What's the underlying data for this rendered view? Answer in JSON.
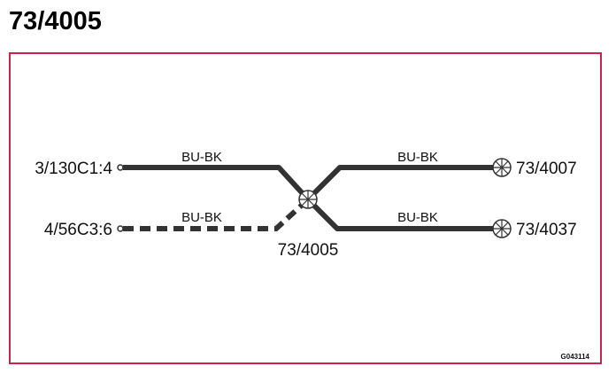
{
  "title": "73/4005",
  "colors": {
    "frame": "#c8234a",
    "wire": "#333333",
    "text": "#111111"
  },
  "wires": {
    "top_left": "BU-BK",
    "bottom_left": "BU-BK",
    "top_right": "BU-BK",
    "bottom_right": "BU-BK"
  },
  "terminals": {
    "left_top": "3/130C1:4",
    "left_bottom": "4/56C3:6",
    "right_top": "73/4007",
    "right_bottom": "73/4037"
  },
  "splice": {
    "label": "73/4005",
    "icon": "splice-icon"
  },
  "figure_code": "G043114"
}
